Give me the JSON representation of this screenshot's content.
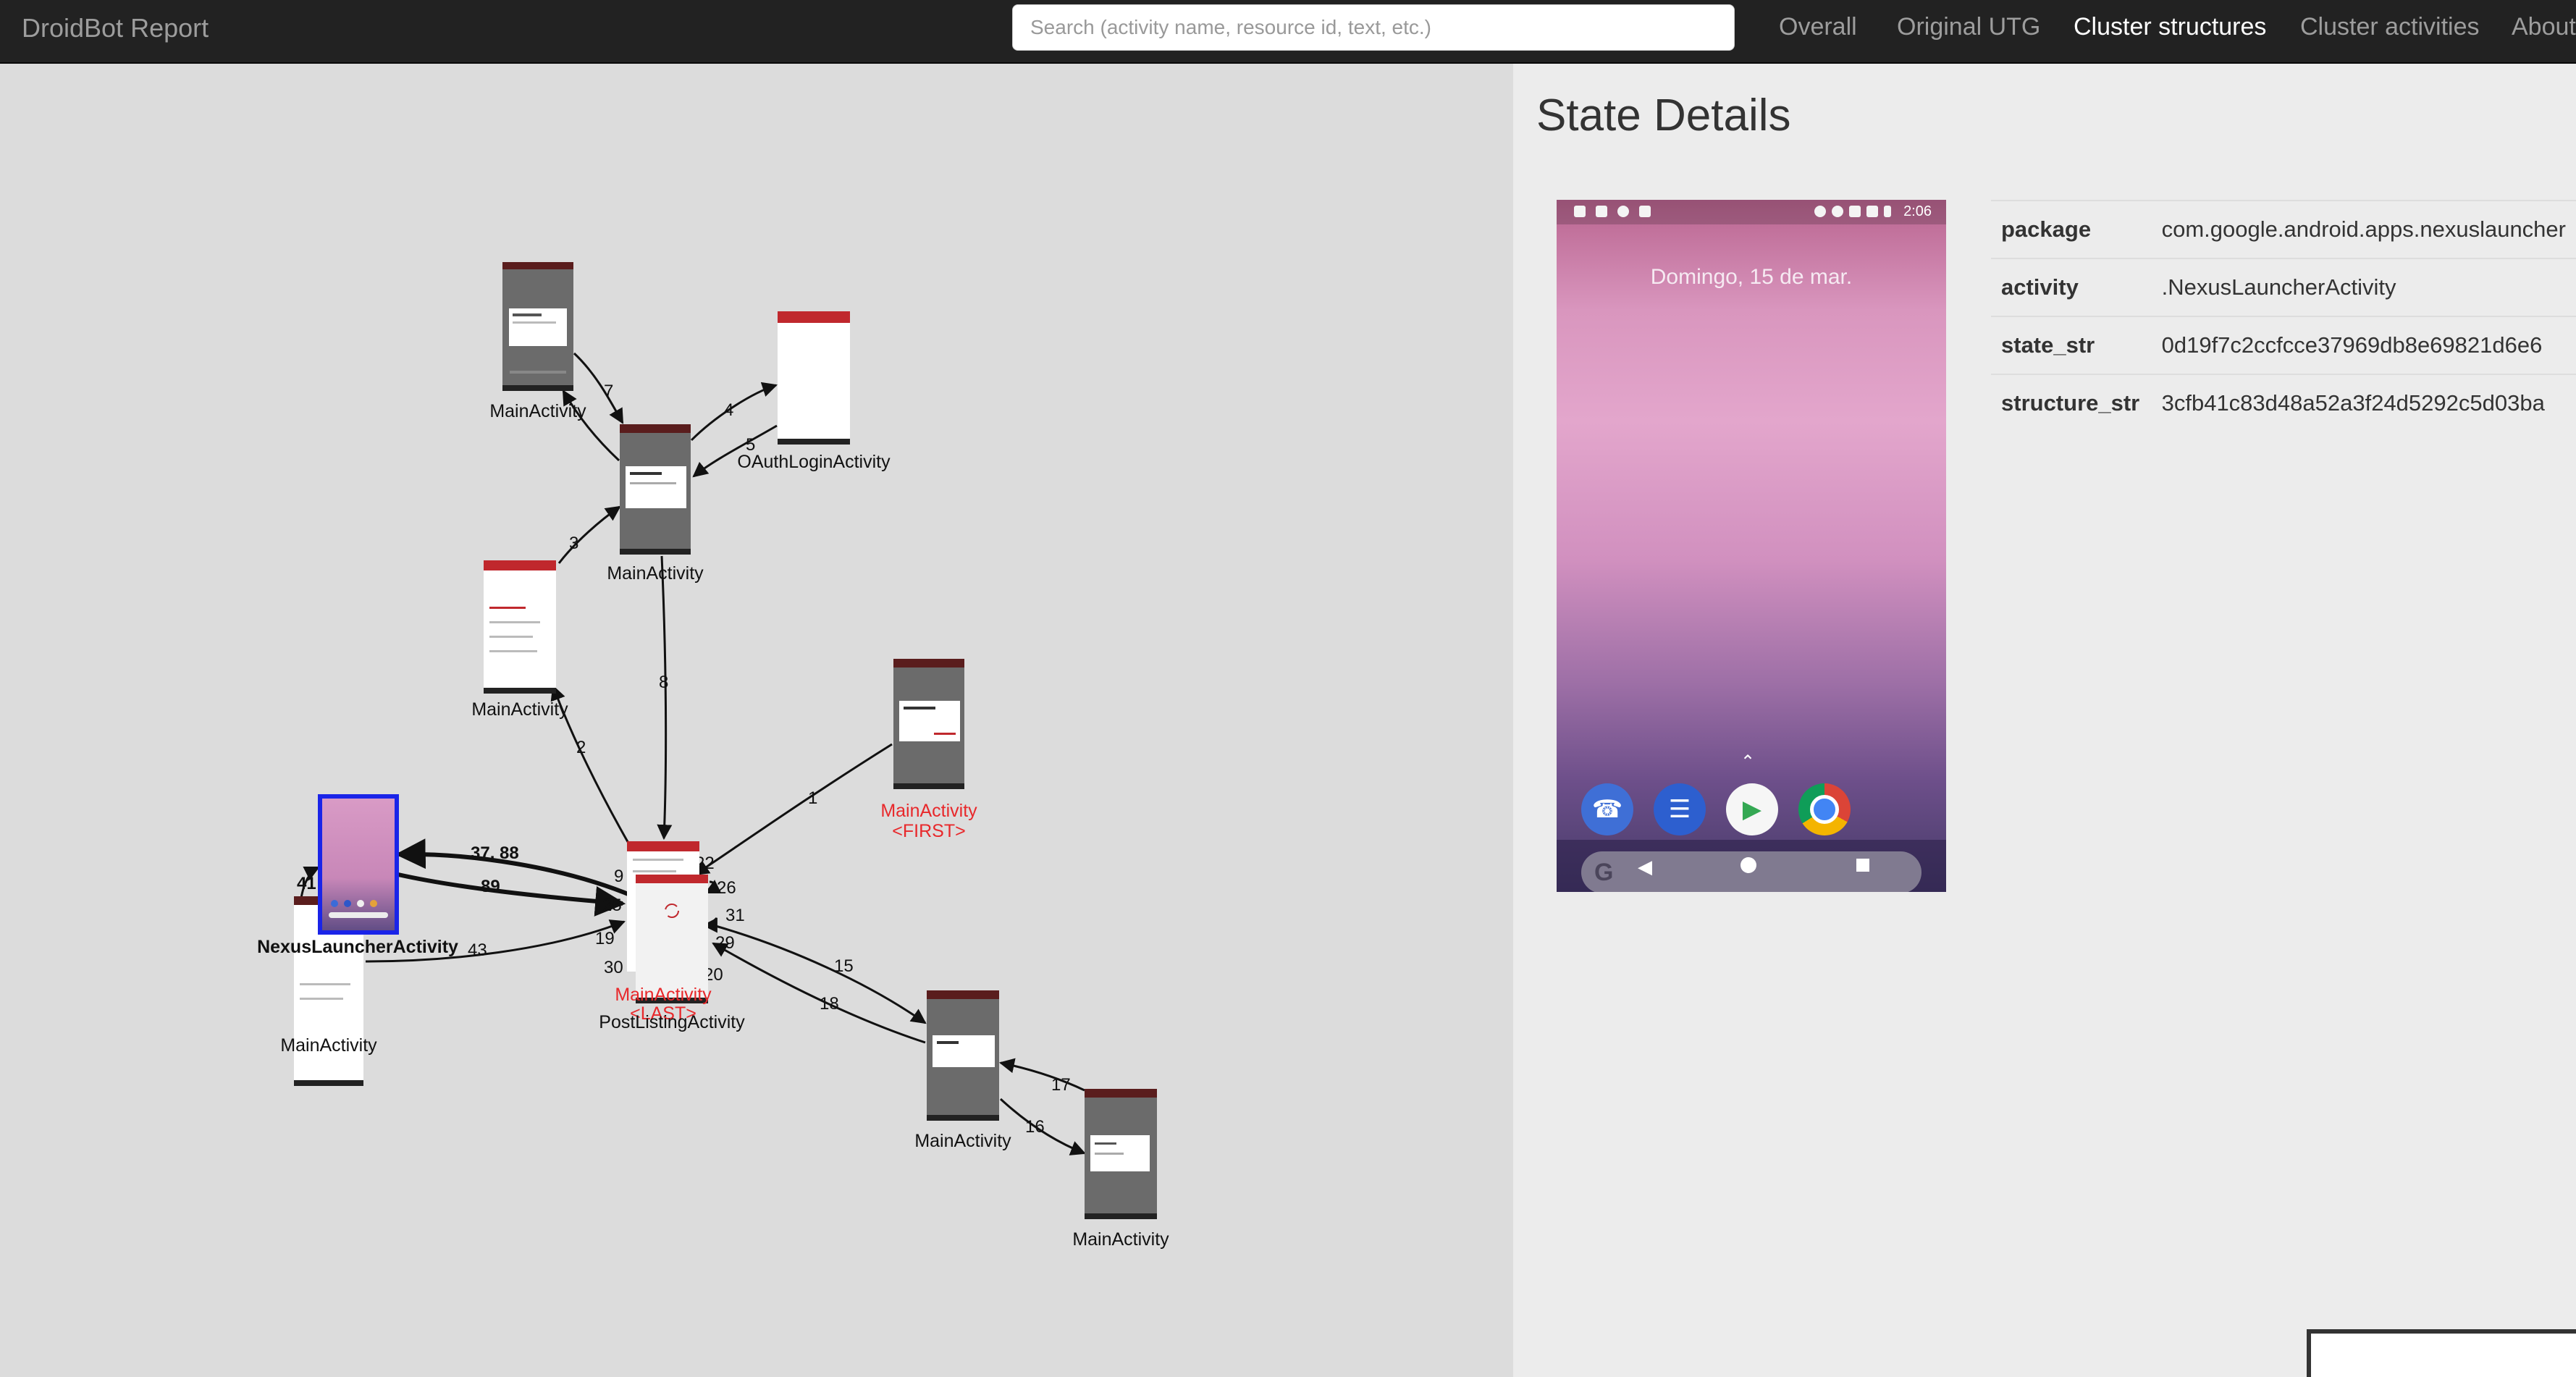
{
  "navbar": {
    "brand": "DroidBot Report",
    "search_placeholder": "Search (activity name, resource id, text, etc.)",
    "links": [
      "Overall",
      "Original UTG",
      "Cluster structures",
      "Cluster activities",
      "About"
    ],
    "active_link": "Cluster structures"
  },
  "graph": {
    "nodes": [
      {
        "id": "n_dialog_top",
        "label": "MainActivity",
        "color": "#111111"
      },
      {
        "id": "n_oauth",
        "label": "OAuthLoginActivity",
        "color": "#111111"
      },
      {
        "id": "n_main_dialog",
        "label": "MainActivity",
        "color": "#111111"
      },
      {
        "id": "n_main_menu",
        "label": "MainActivity",
        "color": "#111111"
      },
      {
        "id": "n_first",
        "label": "MainActivity",
        "sublabel": "<FIRST>",
        "color": "#e8282b"
      },
      {
        "id": "n_launcher",
        "label": "NexusLauncherActivity",
        "color": "#111111"
      },
      {
        "id": "n_main_left",
        "label": "MainActivity",
        "color": "#111111"
      },
      {
        "id": "n_last",
        "label": "MainActivity",
        "sublabel": "<LAST>",
        "color": "#e8282b"
      },
      {
        "id": "n_postlisting",
        "label": "PostListingActivity",
        "color": "#111111"
      },
      {
        "id": "n_main_br1",
        "label": "MainActivity",
        "color": "#111111"
      },
      {
        "id": "n_main_br2",
        "label": "MainActivity",
        "color": "#111111"
      }
    ],
    "edge_labels": [
      "7",
      "4",
      "5",
      "3",
      "8",
      "2",
      "1",
      "37, 88",
      "89",
      "41",
      "43",
      "9",
      "25",
      "19",
      "30",
      "26",
      "31",
      "29",
      "20",
      "15",
      "18",
      "17",
      "16",
      "22"
    ]
  },
  "state": {
    "title": "State Details",
    "screenshot": {
      "clock": "2:06",
      "date": "Domingo, 15 de mar."
    },
    "details": [
      {
        "key": "package",
        "value": "com.google.android.apps.nexuslauncher"
      },
      {
        "key": "activity",
        "value": ".NexusLauncherActivity"
      },
      {
        "key": "state_str",
        "value": "0d19f7c2ccfcce37969db8e69821d6e6"
      },
      {
        "key": "structure_str",
        "value": "3cfb41c83d48a52a3f24d5292c5d03ba"
      }
    ]
  },
  "colors": {
    "navbar_bg": "#222222",
    "canvas_bg": "#dcdcdc",
    "panel_bg": "#ececec",
    "selected_node_border": "#1a24e8",
    "highlight_text": "#e8282b"
  }
}
